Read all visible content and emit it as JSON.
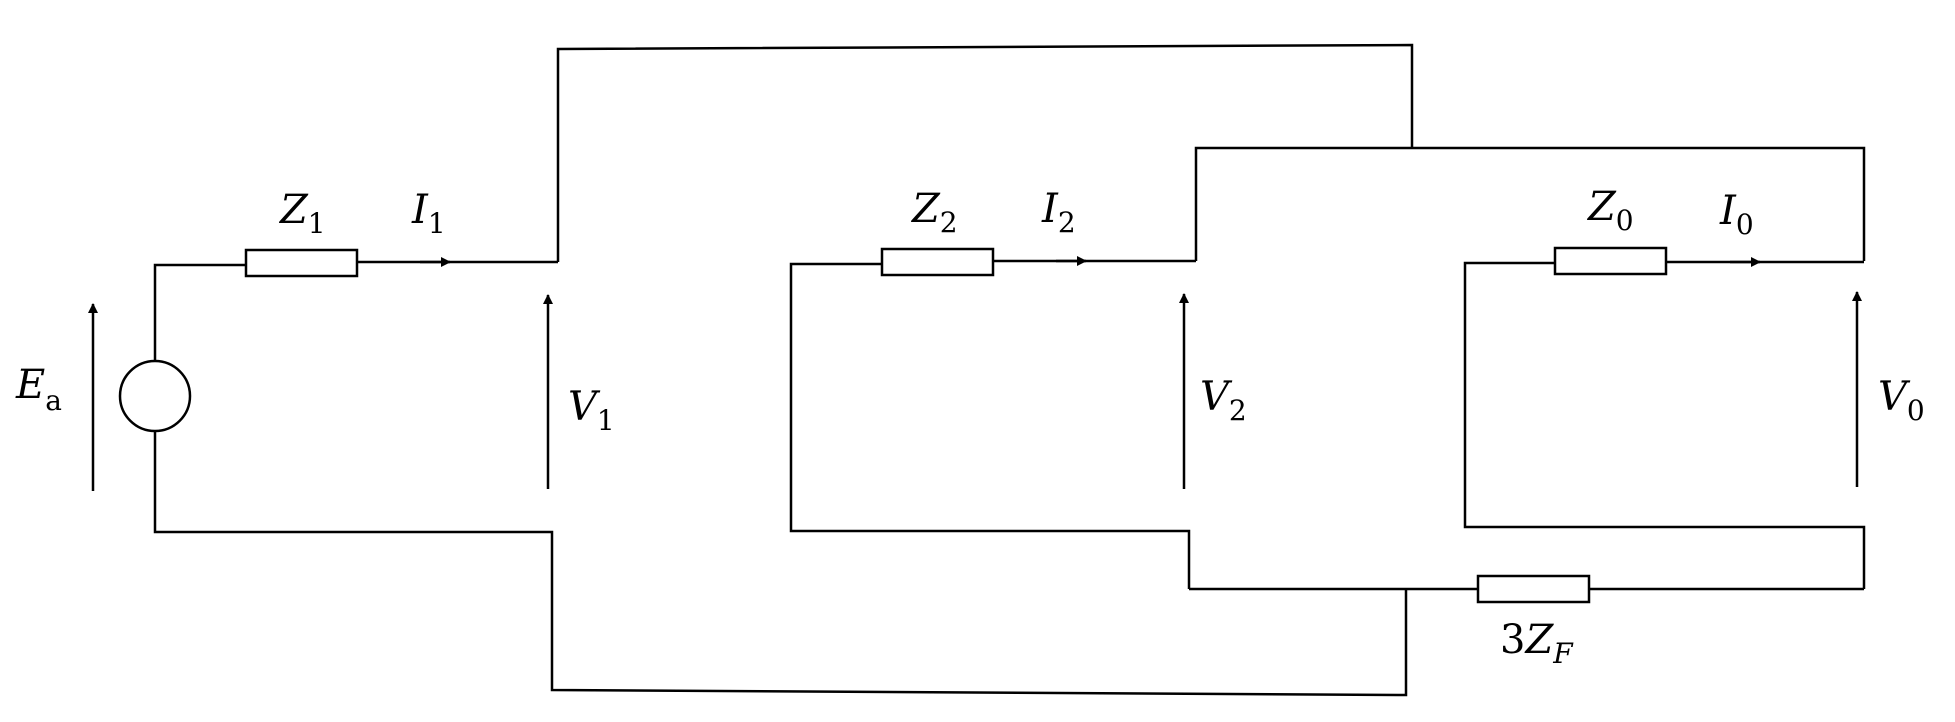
{
  "labels": {
    "ea": {
      "main": "E",
      "sub": "a"
    },
    "z1": {
      "main": "Z",
      "sub": "1"
    },
    "i1": {
      "main": "I",
      "sub": "1"
    },
    "v1": {
      "main": "V",
      "sub": "1"
    },
    "z2": {
      "main": "Z",
      "sub": "2"
    },
    "i2": {
      "main": "I",
      "sub": "2"
    },
    "v2": {
      "main": "V",
      "sub": "2"
    },
    "z0": {
      "main": "Z",
      "sub": "0"
    },
    "i0": {
      "main": "I",
      "sub": "0"
    },
    "v0": {
      "main": "V",
      "sub": "0"
    },
    "zf": {
      "prefix": "3",
      "main": "Z",
      "sub": "F"
    }
  },
  "colors": {
    "stroke": "#000000",
    "background": "#ffffff"
  }
}
